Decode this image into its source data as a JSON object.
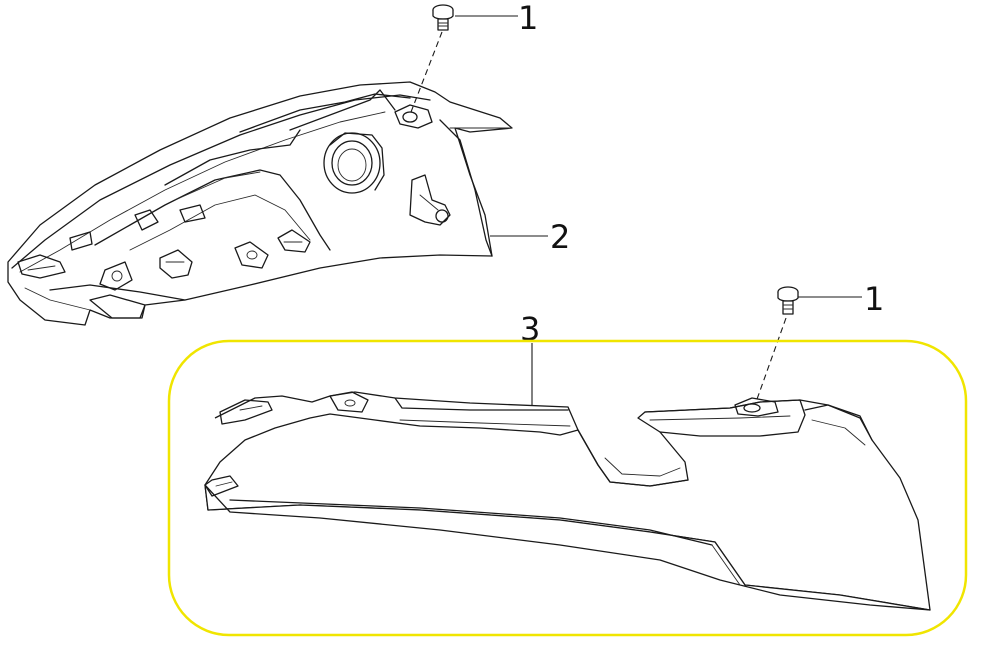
{
  "callouts": [
    {
      "id": "screw-top",
      "label": "1"
    },
    {
      "id": "upper-panel",
      "label": "2"
    },
    {
      "id": "lower-cover",
      "label": "3"
    },
    {
      "id": "screw-right",
      "label": "1"
    }
  ],
  "colors": {
    "highlight": "#f0e500",
    "line": "#1a1a1a"
  }
}
